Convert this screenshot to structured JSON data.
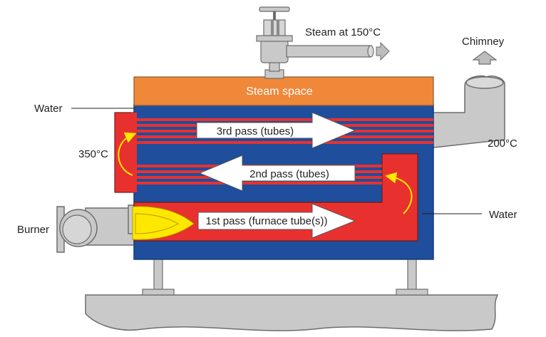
{
  "labels": {
    "steam_outlet": "Steam at 150°C",
    "chimney": "Chimney",
    "steam_space": "Steam space",
    "water_left": "Water",
    "water_right": "Water",
    "temp_350": "350°C",
    "temp_200": "200°C",
    "burner": "Burner",
    "pass_3": "3rd pass (tubes)",
    "pass_2": "2nd pass (tubes)",
    "pass_1": "1st pass (furnace tube(s))"
  },
  "colors": {
    "steam_space": "#f0883a",
    "water": "#1f4e9c",
    "hot_gas": "#e8312f",
    "flame": "#ffe800",
    "metal": "#bdbdbd",
    "metal_stroke": "#6d6d6d"
  }
}
